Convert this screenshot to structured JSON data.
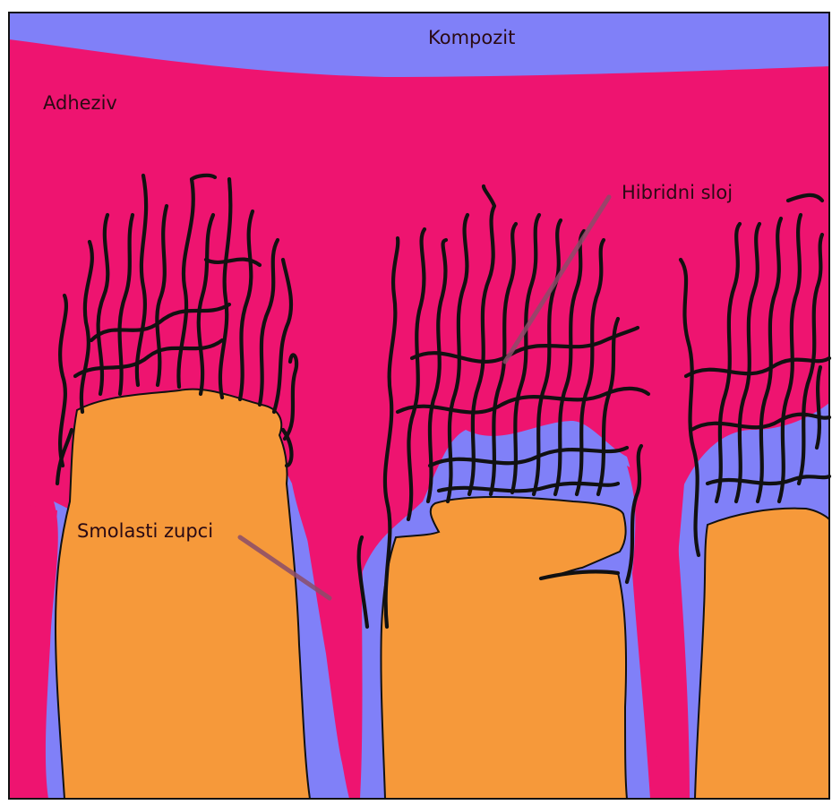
{
  "labels": {
    "composite": "Kompozit",
    "adhesive": "Adheziv",
    "hybrid_layer": "Hibridni sloj",
    "resin_tags": "Smolasti zupci"
  },
  "colors": {
    "composite": "#8080f8",
    "adhesive": "#ee1470",
    "dentin": "#f6993a",
    "fibers": "#111111",
    "leader_line": "#8b4d6a"
  }
}
